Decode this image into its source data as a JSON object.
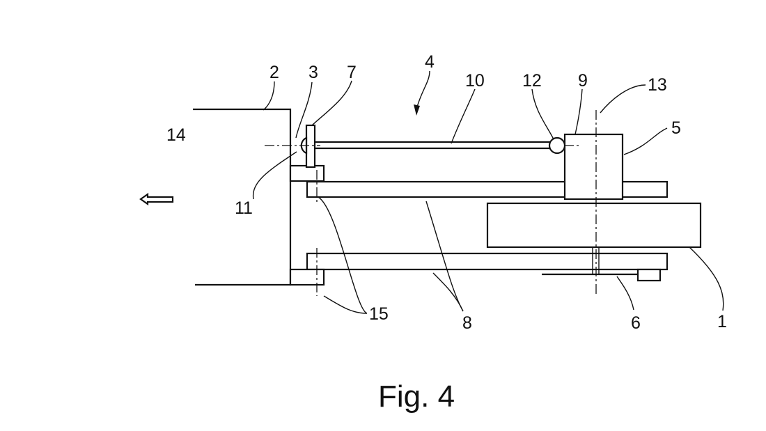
{
  "figure": {
    "caption": "Fig. 4"
  },
  "labels": {
    "l1": "1",
    "l2": "2",
    "l3": "3",
    "l4": "4",
    "l5": "5",
    "l6": "6",
    "l7": "7",
    "l8": "8",
    "l9": "9",
    "l10": "10",
    "l11": "11",
    "l12": "12",
    "l13": "13",
    "l14": "14",
    "l15": "15"
  }
}
